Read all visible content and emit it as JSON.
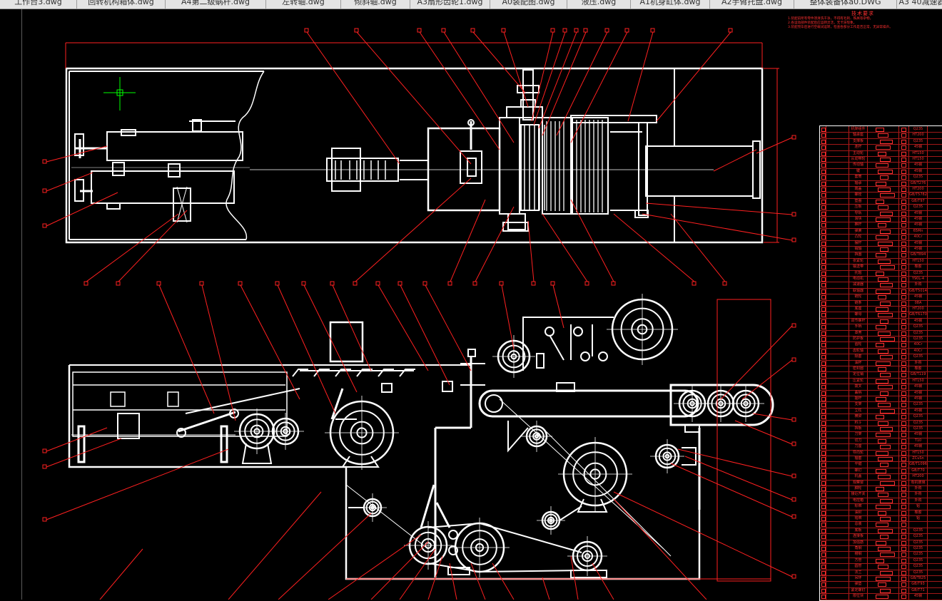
{
  "tabs": [
    {
      "label": "工作台3.dwg"
    },
    {
      "label": "回转机构箱体.dwg"
    },
    {
      "label": "A4第二级蜗杆.dwg"
    },
    {
      "label": "左转轴.dwg"
    },
    {
      "label": "倾斜轴.dwg"
    },
    {
      "label": "A3扇形齿轮1.dwg"
    },
    {
      "label": "A0装配图.dwg"
    },
    {
      "label": "液压.dwg"
    },
    {
      "label": "A1机身缸体.dwg"
    },
    {
      "label": "A2手臂托盘.dwg"
    },
    {
      "label": "整体装备体a0.DWG"
    },
    {
      "label": "A3 40减速器"
    }
  ],
  "notes": {
    "title": "技术要求",
    "line1": "1.装配前所有零件须清洗干净，不得有毛刺、铁屑等杂物。",
    "line2": "2.各运动部件装配后应运转灵活，无卡滞现象。",
    "line3": "3.装配完毕后进行空载试运转，检查各部分工作是否正常，无异常噪声。"
  },
  "colors": {
    "background": "#000000",
    "geometry": "#ffffff",
    "leaders": "#ff2020",
    "crosshair": "#00ff00",
    "tab_bg": "#e4e4e4"
  },
  "bom_rows": [
    {
      "name": "机架组件",
      "spec": "Q235"
    },
    {
      "name": "轴承座",
      "spec": "HT200"
    },
    {
      "name": "支撑板",
      "spec": "Q235"
    },
    {
      "name": "连杆",
      "spec": "45钢"
    },
    {
      "name": "主动轮",
      "spec": "HT150"
    },
    {
      "name": "从动带轮",
      "spec": "HT150"
    },
    {
      "name": "传动轴",
      "spec": "45钢"
    },
    {
      "name": "键",
      "spec": "45钢"
    },
    {
      "name": "套筒",
      "spec": "Q235"
    },
    {
      "name": "轴承",
      "spec": "GB/T276"
    },
    {
      "name": "端盖",
      "spec": "HT200"
    },
    {
      "name": "螺栓",
      "spec": "GB/T5782"
    },
    {
      "name": "垫圈",
      "spec": "GB/T97"
    },
    {
      "name": "压板",
      "spec": "Q235"
    },
    {
      "name": "导轨",
      "spec": "45钢"
    },
    {
      "name": "滑块",
      "spec": "45钢"
    },
    {
      "name": "推杆",
      "spec": "45钢"
    },
    {
      "name": "弹簧",
      "spec": "65Mn"
    },
    {
      "name": "凸轮",
      "spec": "40Cr"
    },
    {
      "name": "摆杆",
      "spec": "45钢"
    },
    {
      "name": "销轴",
      "spec": "45钢"
    },
    {
      "name": "挡圈",
      "spec": "GB/T894"
    },
    {
      "name": "张紧轮",
      "spec": "HT150"
    },
    {
      "name": "输送带",
      "spec": "橡胶"
    },
    {
      "name": "托辊",
      "spec": "Q235"
    },
    {
      "name": "电动机",
      "spec": "Y90L-4"
    },
    {
      "name": "减速器",
      "spec": "外购"
    },
    {
      "name": "联轴器",
      "spec": "GB/T5014"
    },
    {
      "name": "链轮",
      "spec": "45钢"
    },
    {
      "name": "链条",
      "spec": "08A"
    },
    {
      "name": "底座",
      "spec": "HT200"
    },
    {
      "name": "螺母",
      "spec": "GB/T6170"
    },
    {
      "name": "调节螺杆",
      "spec": "45钢"
    },
    {
      "name": "手柄",
      "spec": "Q235"
    },
    {
      "name": "罩壳",
      "spec": "Q235"
    },
    {
      "name": "防护板",
      "spec": "Q235"
    },
    {
      "name": "齿轮",
      "spec": "40Cr"
    },
    {
      "name": "齿轮轴",
      "spec": "40Cr"
    },
    {
      "name": "隔套",
      "spec": "Q235"
    },
    {
      "name": "油杯",
      "spec": "外购"
    },
    {
      "name": "密封圈",
      "spec": "橡胶"
    },
    {
      "name": "定位销",
      "spec": "GB/T119"
    },
    {
      "name": "压紧轮",
      "spec": "HT150"
    },
    {
      "name": "拨叉",
      "spec": "45钢"
    },
    {
      "name": "曲柄",
      "spec": "45钢"
    },
    {
      "name": "摇杆",
      "spec": "45钢"
    },
    {
      "name": "支架",
      "spec": "Q235"
    },
    {
      "name": "立柱",
      "spec": "45钢"
    },
    {
      "name": "横梁",
      "spec": "Q235"
    },
    {
      "name": "料斗",
      "spec": "Q235"
    },
    {
      "name": "挡板",
      "spec": "Q235"
    },
    {
      "name": "刀架",
      "spec": "45钢"
    },
    {
      "name": "切刀",
      "spec": "T10"
    },
    {
      "name": "刀座",
      "spec": "45钢"
    },
    {
      "name": "导向轮",
      "spec": "HT150"
    },
    {
      "name": "轴套",
      "spec": "ZCuSn"
    },
    {
      "name": "平键",
      "spec": "GB/T1096"
    },
    {
      "name": "螺钉",
      "spec": "GB/T70"
    },
    {
      "name": "机盖",
      "spec": "HT200"
    },
    {
      "name": "观察窗",
      "spec": "有机玻璃"
    },
    {
      "name": "脚轮",
      "spec": "外购"
    },
    {
      "name": "接近开关",
      "spec": "外购"
    },
    {
      "name": "电控箱",
      "spec": "外购"
    },
    {
      "name": "标牌",
      "spec": "铝"
    },
    {
      "name": "油封",
      "spec": "橡胶"
    },
    {
      "name": "铭牌",
      "spec": "铝"
    },
    {
      "name": "总装",
      "spec": ""
    },
    {
      "name": "底板",
      "spec": "Q235"
    },
    {
      "name": "连接板",
      "spec": "Q235"
    },
    {
      "name": "加强筋",
      "spec": "Q235"
    },
    {
      "name": "角钢",
      "spec": "Q235"
    },
    {
      "name": "槽钢",
      "spec": "Q235"
    },
    {
      "name": "方管",
      "spec": "Q235"
    },
    {
      "name": "圆管",
      "spec": "Q235"
    },
    {
      "name": "法兰",
      "spec": "Q235"
    },
    {
      "name": "吊环",
      "spec": "GB/T825"
    },
    {
      "name": "弹垫",
      "spec": "GB/T93"
    },
    {
      "name": "紧定螺钉",
      "spec": "GB/T71"
    },
    {
      "name": "限位块",
      "spec": "45钢"
    }
  ]
}
